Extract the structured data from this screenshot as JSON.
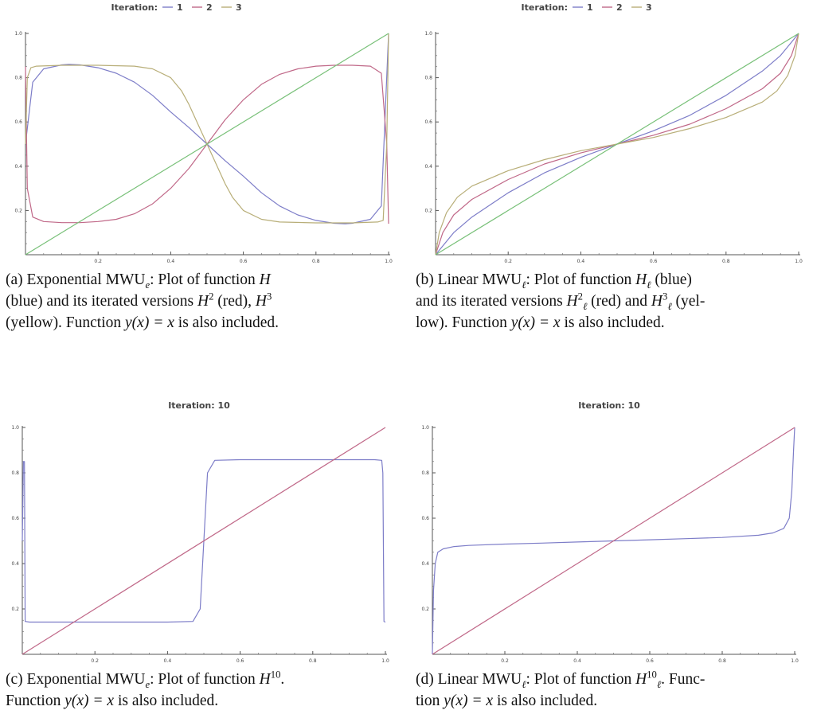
{
  "chart_data": [
    {
      "id": "a",
      "type": "line",
      "title": "Iteration:",
      "xlim": [
        0,
        1
      ],
      "ylim": [
        0,
        1
      ],
      "x_ticks": [
        0.2,
        0.4,
        0.6,
        0.8,
        1.0
      ],
      "y_ticks": [
        0.2,
        0.4,
        0.6,
        0.8,
        1.0
      ],
      "tick_labels_x": [
        "0.2",
        "0.4",
        "0.6",
        "0.8",
        "1.0"
      ],
      "tick_labels_y": [
        "0.2",
        "0.4",
        "0.6",
        "0.8",
        "1.0"
      ],
      "legend": {
        "placement": "top",
        "entries": [
          "1",
          "2",
          "3"
        ]
      },
      "series": [
        {
          "name": "1",
          "color": "#7d7dc8",
          "x": [
            0,
            0.02,
            0.05,
            0.1,
            0.12,
            0.15,
            0.2,
            0.25,
            0.3,
            0.35,
            0.4,
            0.45,
            0.5,
            0.55,
            0.6,
            0.65,
            0.7,
            0.75,
            0.8,
            0.85,
            0.88,
            0.9,
            0.95,
            0.98,
            1.0
          ],
          "y": [
            0.5,
            0.78,
            0.84,
            0.858,
            0.86,
            0.858,
            0.845,
            0.82,
            0.78,
            0.72,
            0.645,
            0.575,
            0.5,
            0.425,
            0.355,
            0.28,
            0.22,
            0.18,
            0.155,
            0.142,
            0.14,
            0.142,
            0.16,
            0.22,
            1.0
          ]
        },
        {
          "name": "2",
          "color": "#c06888",
          "x": [
            0,
            0.005,
            0.02,
            0.05,
            0.1,
            0.15,
            0.2,
            0.25,
            0.3,
            0.35,
            0.4,
            0.45,
            0.5,
            0.55,
            0.6,
            0.65,
            0.7,
            0.75,
            0.8,
            0.85,
            0.9,
            0.95,
            0.98,
            0.995,
            1.0
          ],
          "y": [
            0.85,
            0.3,
            0.17,
            0.15,
            0.145,
            0.145,
            0.15,
            0.16,
            0.185,
            0.23,
            0.3,
            0.39,
            0.5,
            0.61,
            0.7,
            0.77,
            0.815,
            0.84,
            0.852,
            0.856,
            0.856,
            0.852,
            0.82,
            0.5,
            0.14
          ]
        },
        {
          "name": "3",
          "color": "#b8ae78",
          "x": [
            0,
            0.005,
            0.015,
            0.03,
            0.1,
            0.2,
            0.3,
            0.35,
            0.4,
            0.43,
            0.45,
            0.5,
            0.55,
            0.57,
            0.6,
            0.65,
            0.7,
            0.8,
            0.9,
            0.97,
            0.985,
            0.995,
            1.0
          ],
          "y": [
            0.5,
            0.8,
            0.845,
            0.852,
            0.856,
            0.856,
            0.852,
            0.84,
            0.8,
            0.74,
            0.68,
            0.5,
            0.32,
            0.26,
            0.2,
            0.16,
            0.148,
            0.144,
            0.144,
            0.148,
            0.155,
            0.5,
            1.0
          ]
        },
        {
          "name": "y=x",
          "color": "#78c078",
          "x": [
            0,
            1
          ],
          "y": [
            0,
            1
          ]
        }
      ]
    },
    {
      "id": "b",
      "type": "line",
      "title": "Iteration:",
      "xlim": [
        0,
        1
      ],
      "ylim": [
        0,
        1
      ],
      "x_ticks": [
        0.2,
        0.4,
        0.6,
        0.8,
        1.0
      ],
      "y_ticks": [
        0.2,
        0.4,
        0.6,
        0.8,
        1.0
      ],
      "tick_labels_x": [
        "0.2",
        "0.4",
        "0.6",
        "0.8",
        "1.0"
      ],
      "tick_labels_y": [
        "0.2",
        "0.4",
        "0.6",
        "0.8",
        "1.0"
      ],
      "legend": {
        "placement": "top",
        "entries": [
          "1",
          "2",
          "3"
        ]
      },
      "series": [
        {
          "name": "1",
          "color": "#7d7dc8",
          "x": [
            0,
            0.05,
            0.1,
            0.2,
            0.3,
            0.4,
            0.5,
            0.6,
            0.7,
            0.8,
            0.9,
            0.95,
            1.0
          ],
          "y": [
            0,
            0.1,
            0.17,
            0.28,
            0.37,
            0.44,
            0.5,
            0.56,
            0.63,
            0.72,
            0.83,
            0.9,
            1.0
          ]
        },
        {
          "name": "2",
          "color": "#c06888",
          "x": [
            0,
            0.02,
            0.05,
            0.1,
            0.2,
            0.3,
            0.4,
            0.5,
            0.6,
            0.7,
            0.8,
            0.9,
            0.95,
            0.98,
            1.0
          ],
          "y": [
            0,
            0.1,
            0.18,
            0.25,
            0.34,
            0.41,
            0.46,
            0.5,
            0.54,
            0.59,
            0.66,
            0.75,
            0.82,
            0.9,
            1.0
          ]
        },
        {
          "name": "3",
          "color": "#b8ae78",
          "x": [
            0,
            0.01,
            0.03,
            0.06,
            0.1,
            0.2,
            0.3,
            0.4,
            0.5,
            0.6,
            0.7,
            0.8,
            0.9,
            0.94,
            0.97,
            0.99,
            1.0
          ],
          "y": [
            0,
            0.1,
            0.19,
            0.26,
            0.31,
            0.38,
            0.43,
            0.47,
            0.5,
            0.53,
            0.57,
            0.62,
            0.69,
            0.74,
            0.81,
            0.9,
            1.0
          ]
        },
        {
          "name": "y=x",
          "color": "#78c078",
          "x": [
            0,
            1
          ],
          "y": [
            0,
            1
          ]
        }
      ]
    },
    {
      "id": "c",
      "type": "line",
      "title": "Iteration: 10",
      "xlim": [
        0,
        1
      ],
      "ylim": [
        0,
        1
      ],
      "x_ticks": [
        0.2,
        0.4,
        0.6,
        0.8,
        1.0
      ],
      "y_ticks": [
        0.2,
        0.4,
        0.6,
        0.8,
        1.0
      ],
      "tick_labels_x": [
        "0.2",
        "0.4",
        "0.6",
        "0.8",
        "1.0"
      ],
      "tick_labels_y": [
        "0.2",
        "0.4",
        "0.6",
        "0.8",
        "1.0"
      ],
      "series": [
        {
          "name": "H10",
          "color": "#7d7dc8",
          "x": [
            0,
            0.003,
            0.006,
            0.008,
            0.02,
            0.1,
            0.2,
            0.3,
            0.4,
            0.47,
            0.49,
            0.5,
            0.51,
            0.53,
            0.6,
            0.7,
            0.8,
            0.9,
            0.97,
            0.99,
            0.993,
            0.996,
            1.0
          ],
          "y": [
            0.5,
            0.85,
            0.85,
            0.145,
            0.142,
            0.142,
            0.142,
            0.142,
            0.142,
            0.145,
            0.2,
            0.5,
            0.8,
            0.855,
            0.858,
            0.858,
            0.858,
            0.858,
            0.858,
            0.855,
            0.8,
            0.145,
            0.142
          ]
        },
        {
          "name": "y=x",
          "color": "#c06888",
          "x": [
            0,
            1
          ],
          "y": [
            0,
            1
          ]
        }
      ]
    },
    {
      "id": "d",
      "type": "line",
      "title": "Iteration: 10",
      "xlim": [
        0,
        1
      ],
      "ylim": [
        0,
        1
      ],
      "x_ticks": [
        0.2,
        0.4,
        0.6,
        0.8,
        1.0
      ],
      "y_ticks": [
        0.2,
        0.4,
        0.6,
        0.8,
        1.0
      ],
      "tick_labels_x": [
        "0.2",
        "0.4",
        "0.6",
        "0.8",
        "1.0"
      ],
      "tick_labels_y": [
        "0.2",
        "0.4",
        "0.6",
        "0.8",
        "1.0"
      ],
      "series": [
        {
          "name": "H10",
          "color": "#7d7dc8",
          "x": [
            0,
            0.003,
            0.008,
            0.015,
            0.03,
            0.06,
            0.1,
            0.2,
            0.3,
            0.4,
            0.5,
            0.6,
            0.7,
            0.8,
            0.9,
            0.94,
            0.97,
            0.985,
            0.992,
            0.997,
            1.0
          ],
          "y": [
            0,
            0.28,
            0.4,
            0.45,
            0.465,
            0.475,
            0.48,
            0.486,
            0.49,
            0.495,
            0.5,
            0.505,
            0.51,
            0.515,
            0.525,
            0.535,
            0.555,
            0.6,
            0.72,
            0.9,
            1.0
          ]
        },
        {
          "name": "y=x",
          "color": "#c06888",
          "x": [
            0,
            1
          ],
          "y": [
            0,
            1
          ]
        }
      ]
    }
  ],
  "captions": {
    "a": {
      "label": "(a)",
      "l1a": "Exponential MWU",
      "l1b": ": Plot of function ",
      "l2a": "(blue) and its iterated versions ",
      "l2b": " (red), ",
      "l3a": "(yellow). Function ",
      "l3b": " is also included."
    },
    "b": {
      "label": "(b)",
      "l1a": "Linear MWU",
      "l1b": ": Plot of function ",
      "l1c": " (blue)",
      "l2a": "and its iterated versions ",
      "l2b": " (red) and ",
      "l2c": " (yel-",
      "l3a": "low). Function ",
      "l3b": " is also included."
    },
    "c": {
      "label": "(c)",
      "l1a": "Exponential MWU",
      "l1b": ": Plot of function ",
      "l1c": ".",
      "l2a": "Function ",
      "l2b": " is also included."
    },
    "d": {
      "label": "(d)",
      "l1a": "Linear MWU",
      "l1b": ": Plot of function ",
      "l1c": ". Func-",
      "l2a": "tion ",
      "l2b": " is also included."
    }
  },
  "math": {
    "e": "e",
    "ell": "ℓ",
    "H": "H",
    "two": "2",
    "three": "3",
    "ten": "10",
    "yx": "y(x) = x"
  }
}
